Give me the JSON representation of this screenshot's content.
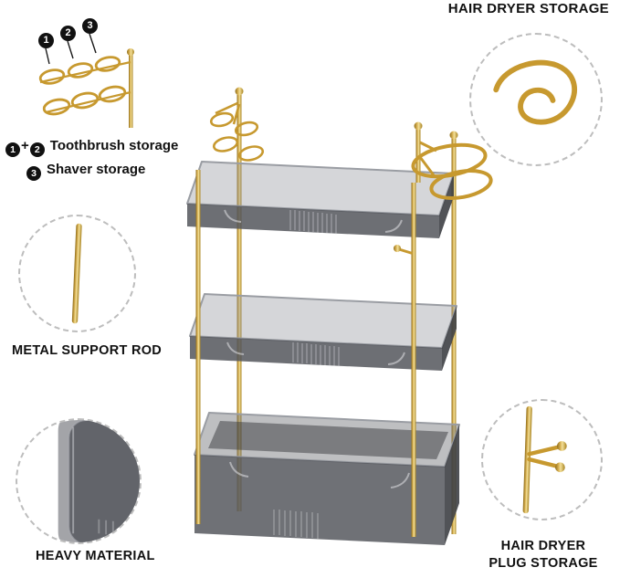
{
  "annotations": {
    "markers": [
      {
        "n": "1"
      },
      {
        "n": "2"
      },
      {
        "n": "3"
      }
    ],
    "toothbrush_line": {
      "badge1": "1",
      "sep": "+",
      "badge2": "2",
      "text": "Toothbrush storage"
    },
    "shaver_line": {
      "badge": "3",
      "text": "Shaver storage"
    },
    "hair_dryer_storage": "HAIR DRYER STORAGE",
    "metal_support_rod": "METAL SUPPORT ROD",
    "heavy_material": "HEAVY MATERIAL",
    "plug_storage_line1": "HAIR DRYER",
    "plug_storage_line2": "PLUG STORAGE"
  },
  "palette": {
    "gold": "#c7992f",
    "dash": "#bdbdbd",
    "text": "#111111",
    "tray": "#54565c"
  }
}
